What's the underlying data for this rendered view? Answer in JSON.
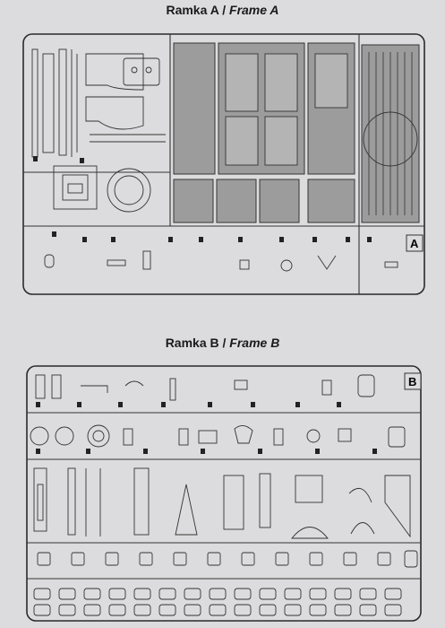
{
  "frame_a": {
    "title_main": "Ramka A /",
    "title_italic": "Frame A",
    "letter": "A"
  },
  "frame_b": {
    "title_main": "Ramka B /",
    "title_italic": "Frame B",
    "letter": "B"
  }
}
